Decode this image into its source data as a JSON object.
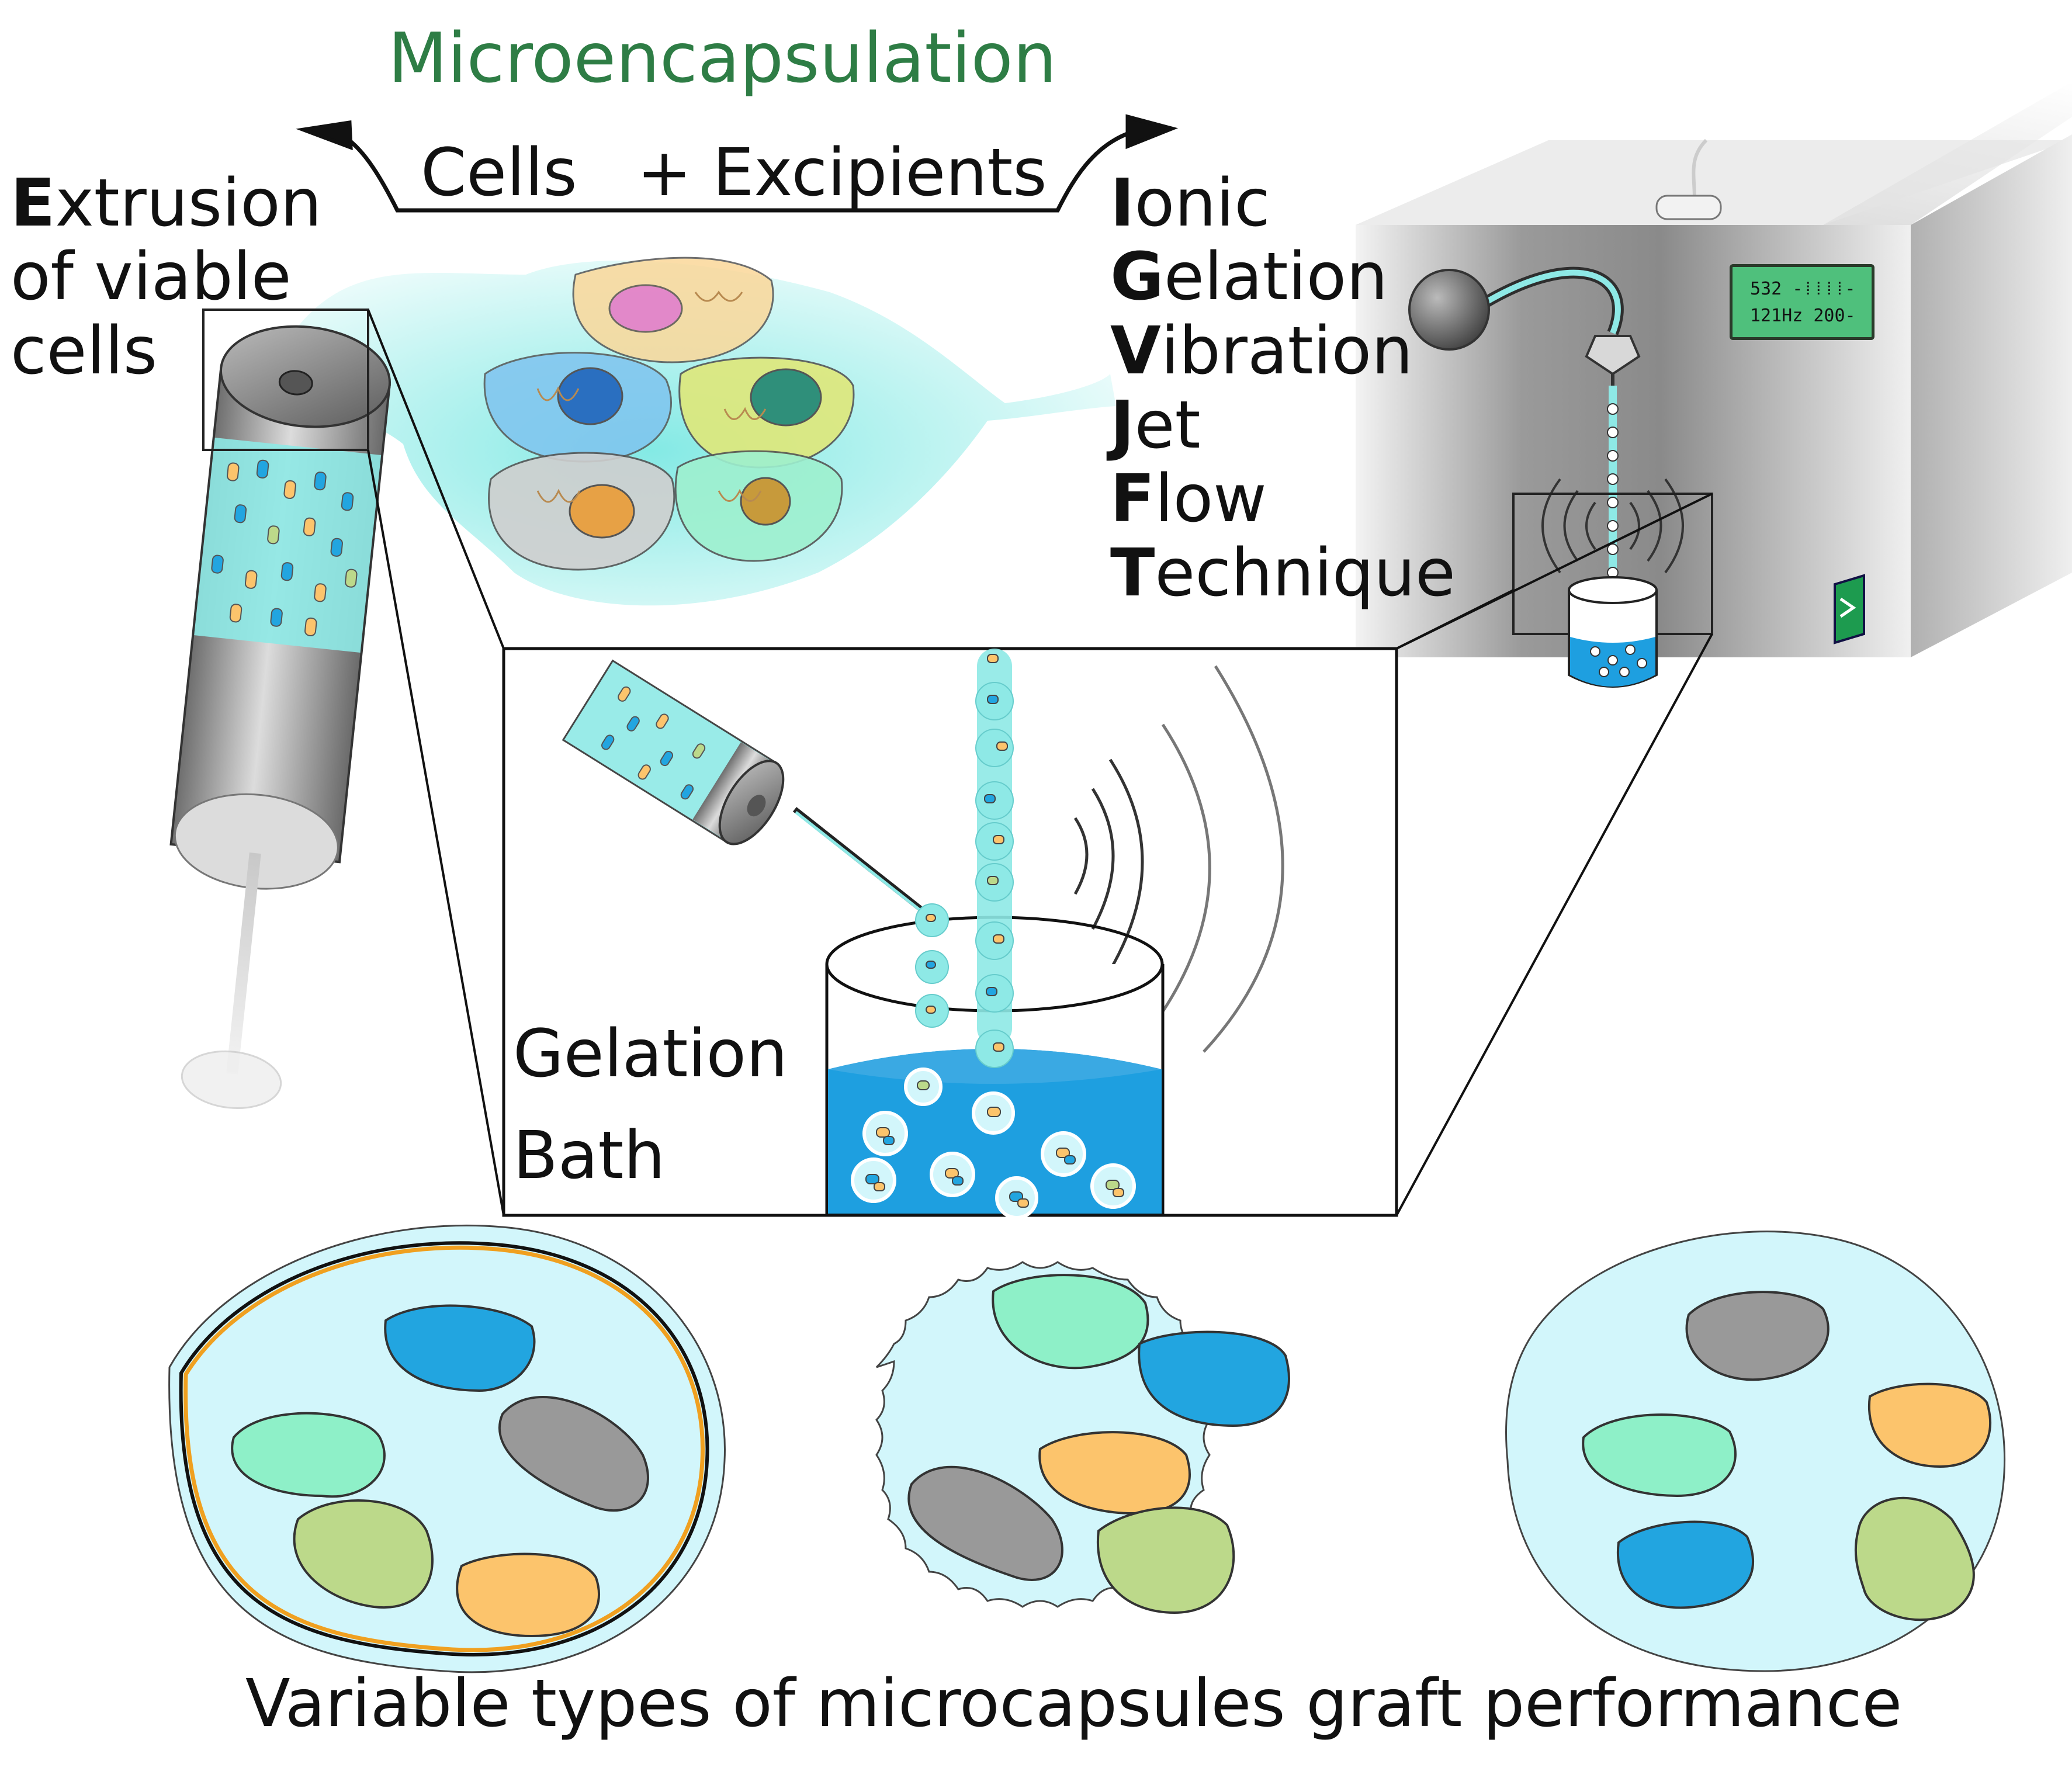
{
  "title": "Microencapsulation",
  "inputs": {
    "cells": "Cells",
    "excipients": "+ Excipients"
  },
  "extrusion": {
    "line1_initial": "E",
    "line1_rest": "xtrusion",
    "line2": "of viable",
    "line3": "cells"
  },
  "igvjft": [
    {
      "initial": "I",
      "rest": "onic"
    },
    {
      "initial": "G",
      "rest": "elation"
    },
    {
      "initial": "V",
      "rest": "ibration"
    },
    {
      "initial": "J",
      "rest": "et"
    },
    {
      "initial": "F",
      "rest": "low"
    },
    {
      "initial": "T",
      "rest": "echnique"
    }
  ],
  "bath_label": {
    "line1": "Gelation",
    "line2": "Bath"
  },
  "device_display": {
    "line1": "532 -⁞⁞⁞⁞-",
    "line2": "121Hz 200-"
  },
  "bottom_caption": "Variable types of microcapsules graft performance",
  "colors": {
    "title_green": "#2e7d45",
    "cyan_gel": "#6fe6e0",
    "capsule_fill": "#d2f6fb",
    "bath_blue": "#1e9fe0",
    "cell_blue": "#22a5e0",
    "cell_grey": "#999999",
    "cell_mint": "#8ef0c8",
    "cell_olive": "#bcd98a",
    "cell_orange": "#fcc46c",
    "coating_orange": "#f0a020",
    "display_green": "#4fc07c"
  },
  "capsule_types": [
    {
      "name": "coated capsule"
    },
    {
      "name": "irregular-edge capsule"
    },
    {
      "name": "plain capsule"
    }
  ]
}
